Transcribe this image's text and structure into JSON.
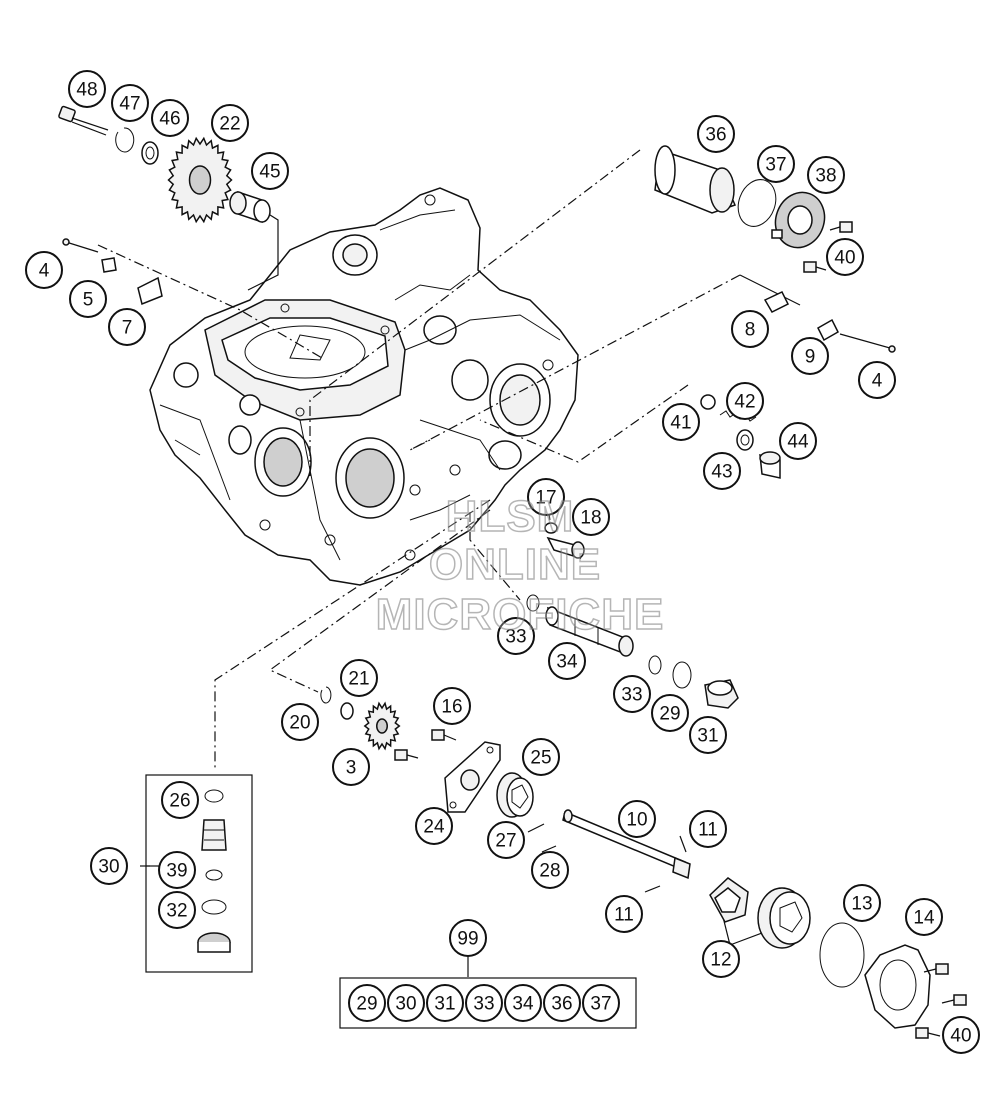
{
  "watermark": {
    "line1": "HLSM",
    "line2": "ONLINE",
    "line3": "MICROFICHE"
  },
  "callouts": [
    {
      "label": "48"
    },
    {
      "label": "47"
    },
    {
      "label": "46"
    },
    {
      "label": "22"
    },
    {
      "label": "45"
    },
    {
      "label": "4"
    },
    {
      "label": "5"
    },
    {
      "label": "7"
    },
    {
      "label": "36"
    },
    {
      "label": "37"
    },
    {
      "label": "38"
    },
    {
      "label": "40"
    },
    {
      "label": "8"
    },
    {
      "label": "9"
    },
    {
      "label": "4"
    },
    {
      "label": "42"
    },
    {
      "label": "41"
    },
    {
      "label": "44"
    },
    {
      "label": "43"
    },
    {
      "label": "17"
    },
    {
      "label": "18"
    },
    {
      "label": "33"
    },
    {
      "label": "34"
    },
    {
      "label": "33"
    },
    {
      "label": "29"
    },
    {
      "label": "31"
    },
    {
      "label": "21"
    },
    {
      "label": "20"
    },
    {
      "label": "16"
    },
    {
      "label": "3"
    },
    {
      "label": "25"
    },
    {
      "label": "24"
    },
    {
      "label": "10"
    },
    {
      "label": "11"
    },
    {
      "label": "27"
    },
    {
      "label": "28"
    },
    {
      "label": "11"
    },
    {
      "label": "26"
    },
    {
      "label": "30"
    },
    {
      "label": "39"
    },
    {
      "label": "32"
    },
    {
      "label": "13"
    },
    {
      "label": "14"
    },
    {
      "label": "12"
    },
    {
      "label": "40"
    },
    {
      "label": "99"
    }
  ],
  "kit": {
    "items": [
      "29",
      "30",
      "31",
      "33",
      "34",
      "36",
      "37"
    ]
  }
}
